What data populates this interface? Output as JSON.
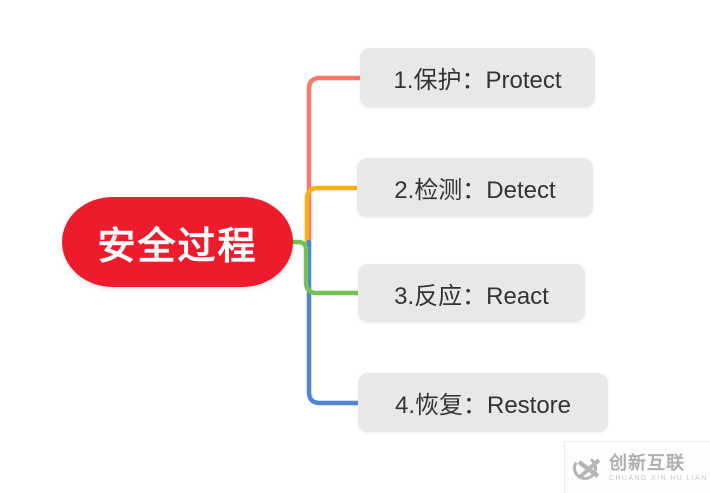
{
  "page": {
    "background": "#FFFFFF"
  },
  "mindmap": {
    "root": {
      "label": "安全过程",
      "bg_color": "#EE1B2D",
      "text_color": "#FFFFFF"
    },
    "node_style": {
      "bg_color": "#E9E8E8",
      "text_color": "#333333"
    },
    "branches": [
      {
        "label": "1.保护：Protect",
        "line_color": "#F87765"
      },
      {
        "label": "2.检测：Detect",
        "line_color": "#FBAF14"
      },
      {
        "label": "3.反应：React",
        "line_color": "#72C255"
      },
      {
        "label": "4.恢复：Restore",
        "line_color": "#4F86D3"
      }
    ]
  },
  "watermark": {
    "title": "创新互联",
    "subtitle": "CHUANG XIN HU LIAN",
    "color": "#B5B5B5"
  }
}
